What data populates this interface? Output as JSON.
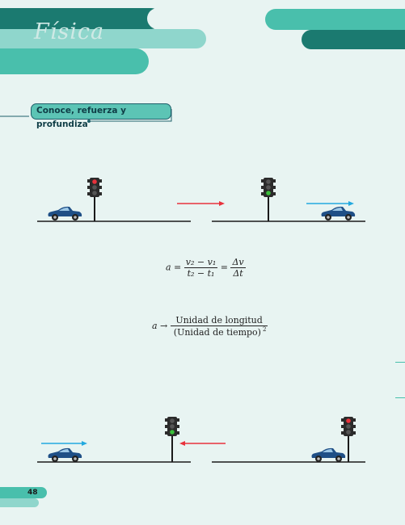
{
  "header": {
    "title": "Física"
  },
  "section": {
    "label": "Conoce, refuerza y profundiza"
  },
  "formula_1": {
    "lhs": "a =",
    "num1": "v₂ − v₁",
    "den1": "t₂ − t₁",
    "eq": "=",
    "num2": "Δv",
    "den2": "Δt"
  },
  "formula_2": {
    "lhs": "a →",
    "num": "Unidad de longitud",
    "den": "(Unidad de tiempo)",
    "exp": "2"
  },
  "page": {
    "number": "48"
  },
  "colors": {
    "accent_dark": "#1b7a70",
    "accent": "#49bfac",
    "accent_light": "#8fd6cc",
    "car": "#1f4f86",
    "arrow_red": "#e8323c",
    "arrow_blue": "#22a9df"
  },
  "icons": {
    "car": "car-icon",
    "traffic_light_red": "traffic-light-red-icon",
    "traffic_light_green": "traffic-light-green-icon",
    "arrow": "arrow-icon"
  }
}
